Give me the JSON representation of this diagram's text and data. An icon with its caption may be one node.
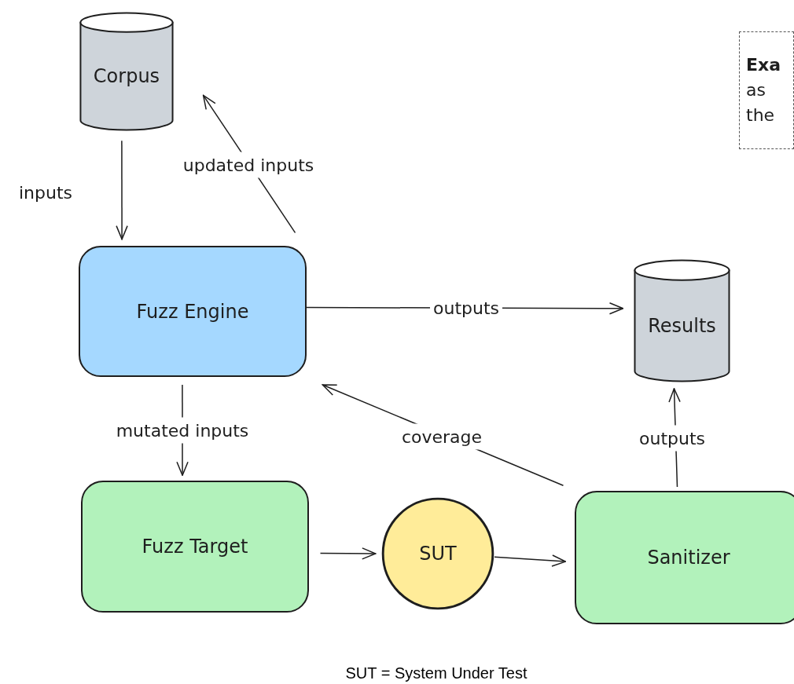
{
  "diagram": {
    "caption": "SUT = System Under Test",
    "nodes": [
      {
        "text": [
          "Corpus"
        ]
      },
      {
        "text": [
          "Fuzz Engine"
        ]
      },
      {
        "text": [
          "Results"
        ]
      },
      {
        "text": [
          "Fuzz Target"
        ]
      },
      {
        "text": [
          "SUT"
        ]
      },
      {
        "text": [
          "Sanitizer"
        ]
      },
      {
        "text": [
          "**Exa** as the"
        ]
      }
    ],
    "edges": [
      {
        "from": 0,
        "to": 1,
        "arrow": "to",
        "label": "inputs"
      },
      {
        "from": 1,
        "to": 0,
        "arrow": "to",
        "label": "updated inputs"
      },
      {
        "from": 1,
        "to": 2,
        "arrow": "to",
        "label": "outputs"
      },
      {
        "from": 1,
        "to": 3,
        "arrow": "to",
        "label": "mutated inputs"
      },
      {
        "from": 5,
        "to": 1,
        "arrow": "to",
        "label": "coverage"
      },
      {
        "from": 3,
        "to": 4,
        "arrow": "to"
      },
      {
        "from": 4,
        "to": 5,
        "arrow": "to"
      },
      {
        "from": 5,
        "to": 2,
        "arrow": "to",
        "label": "outputs"
      }
    ]
  }
}
